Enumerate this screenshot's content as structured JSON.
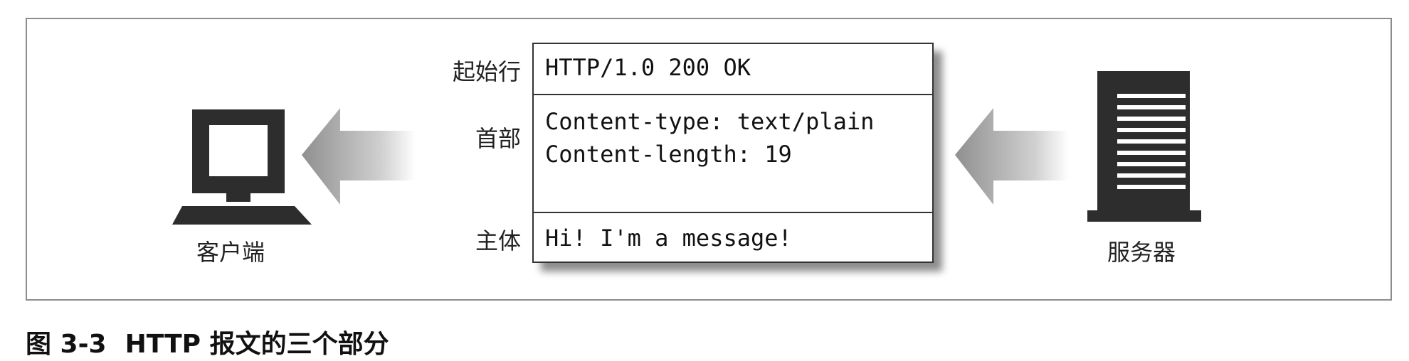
{
  "message": {
    "start_line_label": "起始行",
    "headers_label": "首部",
    "body_label": "主体",
    "start_line": "HTTP/1.0 200 OK",
    "headers": [
      "Content-type: text/plain",
      "Content-length: 19"
    ],
    "body": "Hi! I'm a message!"
  },
  "client_label": "客户端",
  "server_label": "服务器",
  "caption": {
    "number": "图 3-3",
    "title": "HTTP 报文的三个部分"
  },
  "icons": [
    "computer-monitor-icon",
    "server-tower-icon",
    "arrow-left-icon"
  ]
}
